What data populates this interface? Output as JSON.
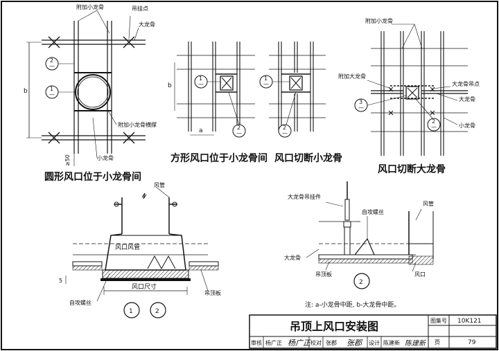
{
  "labels": {
    "d1": {
      "add_minor_runner_top": "附加小龙骨",
      "hanger_point": "吊挂点",
      "main_runner": "大龙骨",
      "add_minor_runner_brace": "附加小龙骨横撑",
      "minor_runner": "小龙骨",
      "dim_b": "b",
      "dim_50": "≥50",
      "caption": "圆形风口位于小龙骨间"
    },
    "d2": {
      "dim_b": "b",
      "dim_a": "a",
      "caption": "方形风口位于小龙骨间"
    },
    "d3": {
      "caption": "风口切断小龙骨"
    },
    "d4": {
      "add_minor_runner": "附加小龙骨",
      "add_main_runner": "附加大龙骨",
      "main_hanger": "大龙骨吊点",
      "main_runner": "大龙骨",
      "minor_runner": "小龙骨",
      "caption": "风口切断大龙骨"
    },
    "s1": {
      "duct": "风管",
      "outlet_duct": "风口风管",
      "outlet_size": "风口尺寸",
      "tapping_screw": "自攻螺丝",
      "ceiling_board": "吊顶板",
      "dim_5": "5"
    },
    "s2": {
      "main_hanger_part": "大龙骨吊挂件",
      "tapping_screw": "自攻螺丝",
      "duct": "风管",
      "main_runner": "大龙骨",
      "ceiling_board": "吊顶板",
      "outlet": "风口"
    }
  },
  "callouts": {
    "c1": "1",
    "c2": "2",
    "c3": "3",
    "dash": "—"
  },
  "note": "注: a-小龙骨中距, b-大龙骨中距。",
  "title_block": {
    "title": "吊顶上风口安装图",
    "atlas_label": "图集号",
    "atlas_no": "10K121",
    "page_label": "页",
    "page_no": "79",
    "review_label": "审核",
    "reviewer": "杨广正",
    "reviewer_sig": "杨广正",
    "check_label": "校对",
    "checker": "张郡",
    "checker_sig": "张郡",
    "design_label": "设计",
    "designer": "陈建新",
    "designer_sig": "陈建新"
  }
}
